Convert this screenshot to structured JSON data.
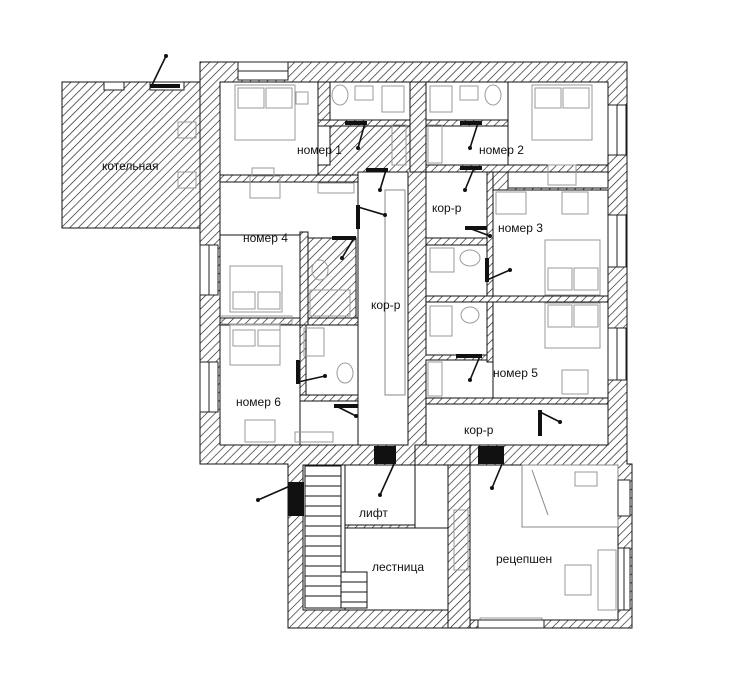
{
  "plan": {
    "rooms": [
      {
        "id": "boiler",
        "label": "котельная"
      },
      {
        "id": "room1",
        "label": "номер 1"
      },
      {
        "id": "room2",
        "label": "номер 2"
      },
      {
        "id": "room3",
        "label": "номер 3"
      },
      {
        "id": "room4",
        "label": "номер 4"
      },
      {
        "id": "room5",
        "label": "номер 5"
      },
      {
        "id": "room6",
        "label": "номер 6"
      },
      {
        "id": "corridor-main",
        "label": "кор-р"
      },
      {
        "id": "corridor-small",
        "label": "кор-р"
      },
      {
        "id": "corridor-bottom",
        "label": "кор-р"
      },
      {
        "id": "elevator",
        "label": "лифт"
      },
      {
        "id": "stairs",
        "label": "лестница"
      },
      {
        "id": "reception",
        "label": "рецепшен"
      }
    ],
    "colors": {
      "wall": "#222222",
      "fixture": "#9a9a9a",
      "background": "#ffffff"
    }
  }
}
